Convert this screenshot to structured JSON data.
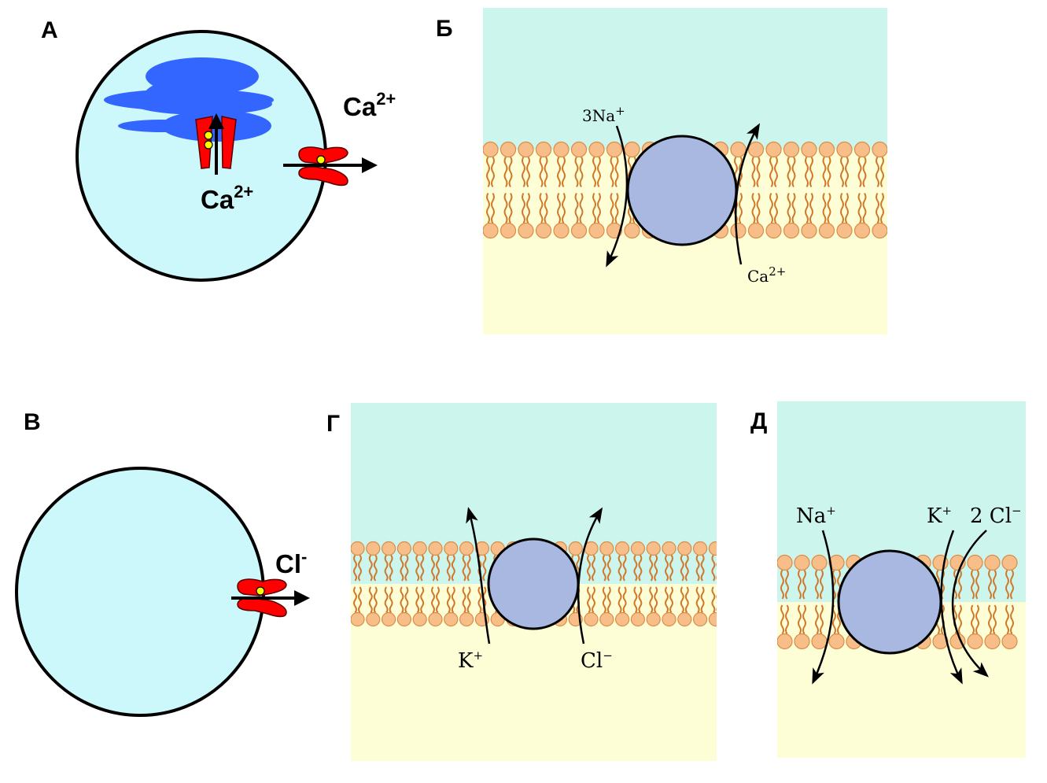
{
  "panels": {
    "a": {
      "letter": "А",
      "ion_outer": "Ca",
      "ion_outer_charge": "2+",
      "ion_inner": "Ca",
      "ion_inner_charge": "2+"
    },
    "b": {
      "letter": "Б",
      "ion_left": "3Na",
      "ion_left_charge": "+",
      "ion_right": "Ca",
      "ion_right_charge": "2+"
    },
    "v": {
      "letter": "В",
      "ion": "Cl",
      "ion_charge": "-"
    },
    "g": {
      "letter": "Г",
      "ion_left": "K",
      "ion_left_charge": "+",
      "ion_right": "Cl",
      "ion_right_charge": "−"
    },
    "d": {
      "letter": "Д",
      "ion_left": "Na",
      "ion_left_charge": "+",
      "ion_mid": "K",
      "ion_mid_charge": "+",
      "ion_right": "2 Cl",
      "ion_right_charge": "−"
    }
  },
  "colors": {
    "cell_fill": "#ccf7fb",
    "er_fill": "#3366ff",
    "channel_red": "#ff0000",
    "binding_site": "#ffff00",
    "extracellular": "#ccf5ee",
    "cytoplasm": "#fefed6",
    "lipid_head": "#f8be8a",
    "lipid_head_stroke": "#d98c45",
    "lipid_tail": "#d0782a",
    "transporter": "#a9b8e0"
  },
  "icons": {
    "channel": "ion-channel-icon",
    "transporter": "transporter-protein-icon"
  }
}
